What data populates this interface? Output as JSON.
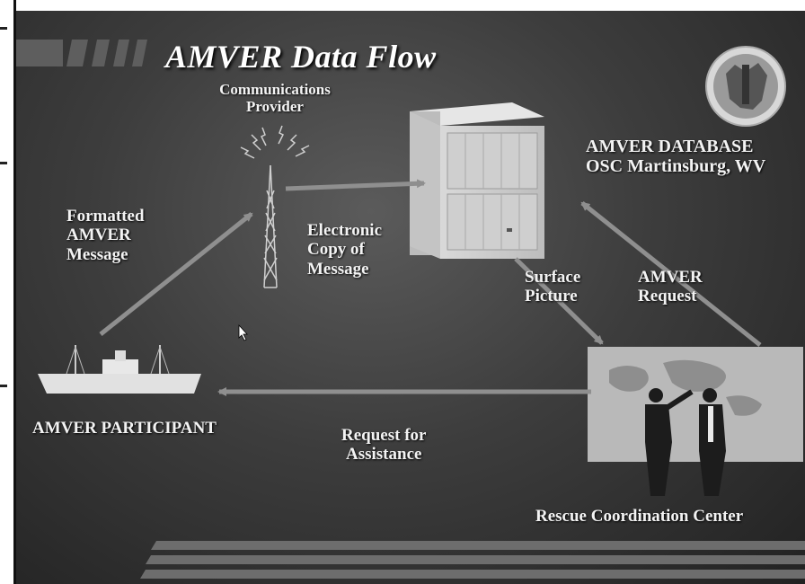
{
  "title": "AMVER Data Flow",
  "labels": {
    "communications_provider_l1": "Communications",
    "communications_provider_l2": "Provider",
    "database_l1": "AMVER DATABASE",
    "database_l2": "OSC Martinsburg, WV",
    "formatted_l1": "Formatted",
    "formatted_l2": "AMVER",
    "formatted_l3": "Message",
    "electronic_l1": "Electronic",
    "electronic_l2": "Copy of",
    "electronic_l3": "Message",
    "surface_l1": "Surface",
    "surface_l2": "Picture",
    "amver_request_l1": "AMVER",
    "amver_request_l2": "Request",
    "participant": "AMVER PARTICIPANT",
    "request_assist_l1": "Request for",
    "request_assist_l2": "Assistance",
    "rcc": "Rescue Coordination Center"
  },
  "icons": [
    "radio-tower-icon",
    "database-server-icon",
    "ship-icon",
    "world-map-icon",
    "seal-logo-icon",
    "mouse-cursor-icon"
  ],
  "colors": {
    "arrow": "#8a8a8a",
    "text": "#f3f3f3",
    "background": "#3d3d3d"
  }
}
